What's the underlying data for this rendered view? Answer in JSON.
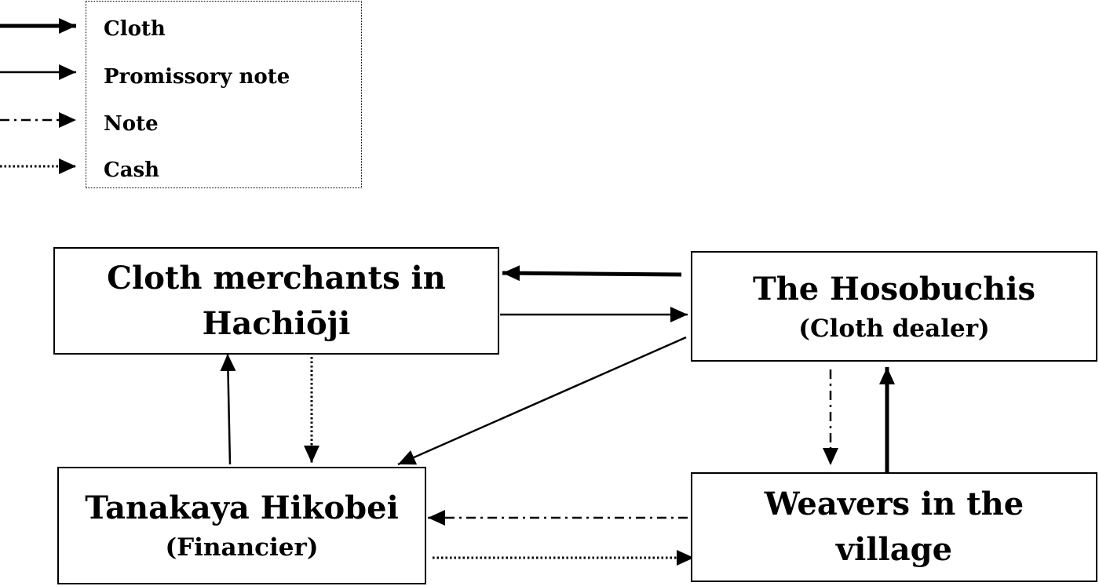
{
  "legend": {
    "items": [
      {
        "label": "Cloth",
        "line_style": "solid-thick"
      },
      {
        "label": "Promissory note",
        "line_style": "solid-thin"
      },
      {
        "label": "Note",
        "line_style": "dash-dot"
      },
      {
        "label": "Cash",
        "line_style": "dotted"
      }
    ]
  },
  "nodes": {
    "cloth_merchants": {
      "title": "Cloth merchants in Hachiōji",
      "subtitle": ""
    },
    "hosobuchis": {
      "title": "The Hosobuchis",
      "subtitle": "(Cloth dealer)"
    },
    "tanakaya": {
      "title": "Tanakaya Hikobei",
      "subtitle": "(Financier)"
    },
    "weavers": {
      "title": "Weavers in the village",
      "subtitle": ""
    }
  },
  "flows": [
    {
      "from": "hosobuchis",
      "to": "cloth_merchants",
      "type": "Cloth"
    },
    {
      "from": "cloth_merchants",
      "to": "hosobuchis",
      "type": "Promissory note"
    },
    {
      "from": "hosobuchis",
      "to": "tanakaya",
      "type": "Promissory note"
    },
    {
      "from": "tanakaya",
      "to": "cloth_merchants",
      "type": "Promissory note"
    },
    {
      "from": "cloth_merchants",
      "to": "tanakaya",
      "type": "Cash"
    },
    {
      "from": "hosobuchis",
      "to": "weavers",
      "type": "Note"
    },
    {
      "from": "weavers",
      "to": "hosobuchis",
      "type": "Cloth"
    },
    {
      "from": "weavers",
      "to": "tanakaya",
      "type": "Note"
    },
    {
      "from": "tanakaya",
      "to": "weavers",
      "type": "Cash"
    }
  ]
}
